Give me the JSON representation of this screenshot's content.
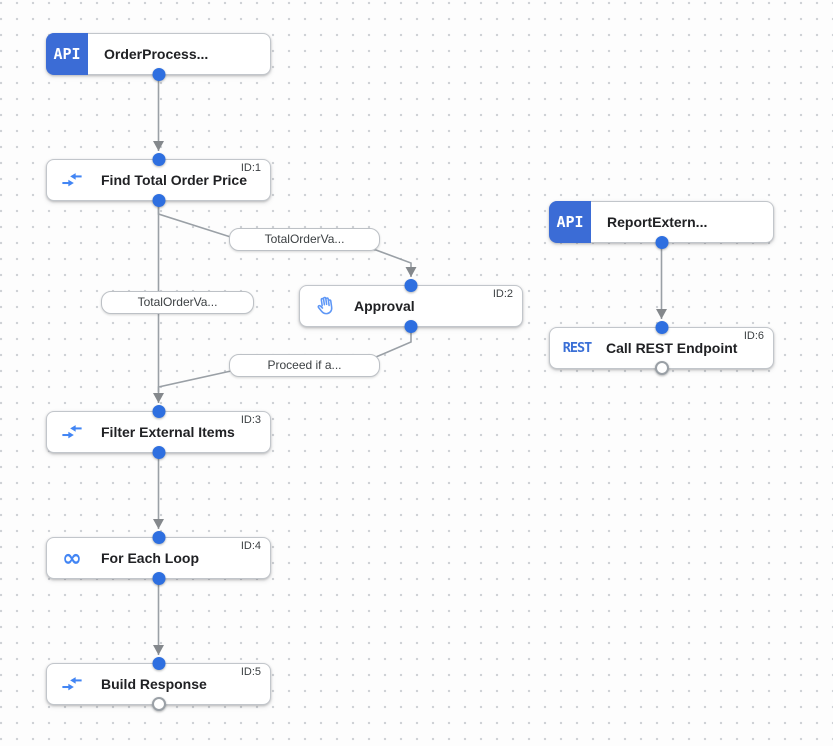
{
  "diagram": {
    "nodes": [
      {
        "name": "OrderProcess...",
        "kind": "api-trigger",
        "badge": "API"
      },
      {
        "name": "Find Total Order Price",
        "kind": "data-mapping-task",
        "id_tag": "ID:1"
      },
      {
        "name": "Approval",
        "kind": "approval-task",
        "id_tag": "ID:2"
      },
      {
        "name": "Filter External Items",
        "kind": "data-mapping-task",
        "id_tag": "ID:3"
      },
      {
        "name": "For Each Loop",
        "kind": "for-each-loop-task",
        "id_tag": "ID:4",
        "icon_glyph": "∞"
      },
      {
        "name": "Build Response",
        "kind": "data-mapping-task",
        "id_tag": "ID:5"
      },
      {
        "name": "ReportExtern...",
        "kind": "api-trigger",
        "badge": "API"
      },
      {
        "name": "Call REST Endpoint",
        "kind": "rest-task",
        "id_tag": "ID:6",
        "badge": "REST"
      }
    ],
    "edge_labels": [
      {
        "text": "TotalOrderVa..."
      },
      {
        "text": "TotalOrderVa..."
      },
      {
        "text": "Proceed if a..."
      }
    ],
    "edges": [
      {
        "from": "OrderProcess...",
        "to": "Find Total Order Price"
      },
      {
        "from": "Find Total Order Price",
        "to": "Approval",
        "label": "TotalOrderVa..."
      },
      {
        "from": "Find Total Order Price",
        "to": "Filter External Items",
        "label": "TotalOrderVa..."
      },
      {
        "from": "Approval",
        "to": "Filter External Items",
        "label": "Proceed if a..."
      },
      {
        "from": "Filter External Items",
        "to": "For Each Loop"
      },
      {
        "from": "For Each Loop",
        "to": "Build Response"
      },
      {
        "from": "ReportExtern...",
        "to": "Call REST Endpoint"
      }
    ],
    "colors": {
      "trigger_badge": "#3b6cd6",
      "connector_dot": "#2e6fe0",
      "edge_line": "#9aa0a6",
      "icon_blue": "#4285f4",
      "node_border": "#c2c6cb"
    }
  }
}
